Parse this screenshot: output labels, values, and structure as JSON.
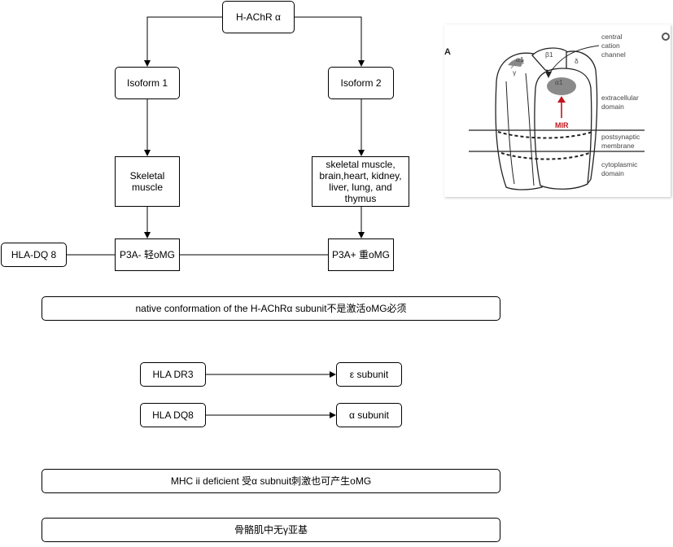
{
  "nodes": {
    "hachr": "H-AChR α",
    "isoform1": "Isoform 1",
    "isoform2": "Isoform 2",
    "skeletal": "Skeletal muscle",
    "tissues": "skeletal muscle, brain,heart, kidney, liver, lung, and thymus",
    "p3a_minus": "P3A- 轻oMG",
    "p3a_plus": "P3A+ 重oMG",
    "hla_dq8_left": "HLA-DQ 8",
    "native_note": "native conformation of the H-AChRα subunit不是激活oMG必须",
    "hla_dr3": "HLA DR3",
    "epsilon": "ε subunit",
    "hla_dq8": "HLA DQ8",
    "alpha": "α subunit",
    "mhc_note": "MHC ii deficient 受α subnuit刺激也可产生oMG",
    "bottom_note": "骨骼肌中无γ亚基"
  },
  "figure": {
    "panel_label": "A",
    "subunits": {
      "alpha1_left": "α1",
      "beta1": "β1",
      "delta": "δ",
      "gamma": "γ",
      "alpha1_front": "α1"
    },
    "mir": "MIR",
    "labels": {
      "central_cation_channel": [
        "central",
        "cation",
        "channel"
      ],
      "extracellular_domain": [
        "extracellular",
        "domain"
      ],
      "postsynaptic_membrane": [
        "postsynaptic",
        "membrane"
      ],
      "cytoplasmic_domain": [
        "cytoplasmic",
        "domain"
      ]
    },
    "colors": {
      "mir": "#c0141c",
      "alpha_blob": "#8a8a8a"
    }
  }
}
